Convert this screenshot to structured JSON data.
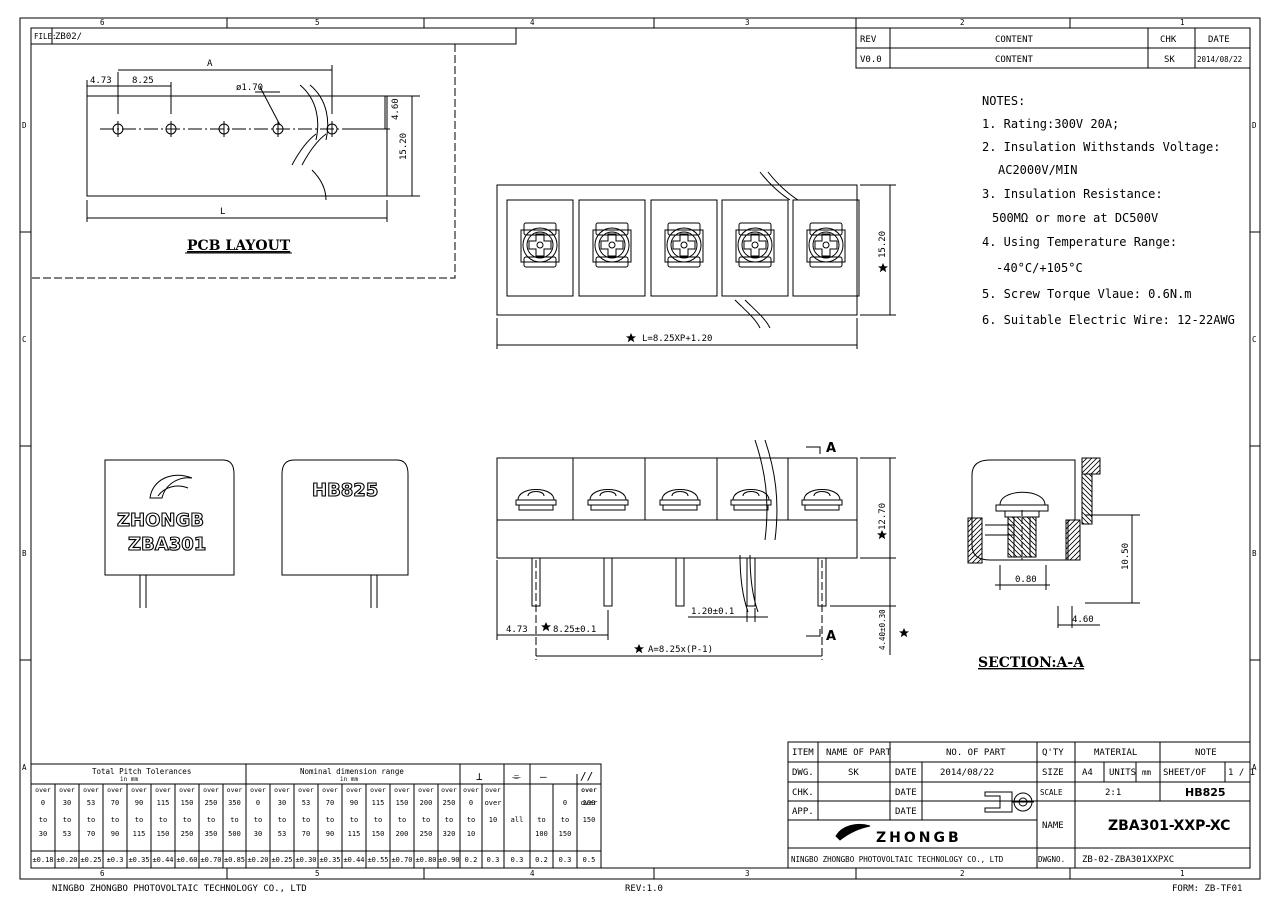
{
  "frame": {
    "zones_top": [
      "6",
      "5",
      "4",
      "3",
      "2",
      "1"
    ],
    "zones_side": [
      "D",
      "C",
      "B",
      "A"
    ],
    "file_label": "FILE:",
    "file_value": "ZB02/",
    "footer_company": "NINGBO ZHONGBO PHOTOVOLTAIC TECHNOLOGY CO., LTD",
    "footer_rev": "REV:1.0",
    "footer_form": "FORM: ZB-TF01"
  },
  "revision_table": {
    "headers": [
      "REV",
      "CONTENT",
      "CHK",
      "DATE"
    ],
    "row": [
      "V0.0",
      "CONTENT",
      "SK",
      "2014/08/22"
    ]
  },
  "notes": {
    "title": "NOTES:",
    "lines": [
      "1. Rating:300V 20A;",
      "2. Insulation Withstands Voltage:",
      "AC2000V/MIN",
      "3. Insulation Resistance:",
      "500MΩ or more at DC500V",
      "4. Using Temperature Range:",
      "-40°C/+105°C",
      "5. Screw Torque Vlaue: 0.6N.m",
      "6. Suitable Electric Wire: 12-22AWG"
    ]
  },
  "pcb_layout": {
    "title": "PCB LAYOUT",
    "dim_a": "A",
    "dim_473": "4.73",
    "dim_825": "8.25",
    "dim_hole": "ø1.70",
    "dim_460": "4.60",
    "dim_1520": "15.20",
    "dim_l": "L"
  },
  "top_view": {
    "dim_height": "15.20",
    "dim_length": "L=8.25XP+1.20"
  },
  "front_view": {
    "section_a": "A",
    "dim_1270": "12.70",
    "dim_440": "4.40±0.30",
    "dim_120": "1.20±0.1",
    "dim_473": "4.73",
    "dim_825": "8.25±0.1",
    "dim_a": "A=8.25x(P-1)"
  },
  "section": {
    "title": "SECTION:A-A",
    "dim_080": "0.80",
    "dim_1050": "10.50",
    "dim_460": "4.60"
  },
  "labels": {
    "brand_upper": "ZHONGB",
    "model_upper": "ZBA301",
    "hb_label": "HB825"
  },
  "tolerance_table": {
    "title_pitch": "Total Pitch Tolerances",
    "title_nominal": "Nominal dimension range",
    "unit": "in mm",
    "sym_perp": "⊥",
    "sym_sym": "⌯",
    "sym_flat": "—",
    "sym_par": "//",
    "row_over": [
      "over",
      "over",
      "over",
      "over",
      "over",
      "over",
      "over",
      "over",
      "over",
      "over",
      "over",
      "over",
      "over",
      "over",
      "over",
      "over",
      "over",
      "over",
      "over",
      "over",
      "",
      "",
      "",
      "over",
      "over",
      ""
    ],
    "row_min": [
      "0",
      "30",
      "53",
      "70",
      "90",
      "115",
      "150",
      "250",
      "350",
      "0",
      "30",
      "53",
      "70",
      "90",
      "115",
      "150",
      "200",
      "250",
      "0",
      "over",
      "",
      "",
      "0",
      "100",
      "over"
    ],
    "row_to": [
      "to",
      "to",
      "to",
      "to",
      "to",
      "to",
      "to",
      "to",
      "to",
      "to",
      "to",
      "to",
      "to",
      "to",
      "to",
      "to",
      "to",
      "to",
      "to",
      "10",
      "all",
      "to",
      "to",
      "150"
    ],
    "row_max": [
      "30",
      "53",
      "70",
      "90",
      "115",
      "150",
      "250",
      "350",
      "500",
      "30",
      "53",
      "70",
      "90",
      "115",
      "150",
      "200",
      "250",
      "320",
      "10",
      "",
      "",
      "100",
      "150",
      ""
    ],
    "row_tol": [
      "±0.18",
      "±0.20",
      "±0.25",
      "±0.3",
      "±0.35",
      "±0.44",
      "±0.60",
      "±0.70",
      "±0.85",
      "±0.20",
      "±0.25",
      "±0.30",
      "±0.35",
      "±0.44",
      "±0.55",
      "±0.70",
      "±0.80",
      "±0.90",
      "0.2",
      "0.3",
      "0.3",
      "0.2",
      "0.3",
      "0.5"
    ]
  },
  "title_block": {
    "item": "ITEM",
    "name_of_part": "NAME OF PART",
    "no_of_part": "NO. OF PART",
    "qty": "Q'TY",
    "material": "MATERIAL",
    "note": "NOTE",
    "dwg": "DWG.",
    "dwg_by": "SK",
    "date_label": "DATE",
    "dwg_date": "2014/08/22",
    "size_label": "SIZE",
    "size_value": "A4",
    "units_label": "UNITS",
    "units_value": "mm",
    "sheet_label": "SHEET/OF",
    "sheet_value": "1 / 1",
    "chk": "CHK.",
    "app": "APP.",
    "scale_label": "SCALE",
    "scale_value": "2:1",
    "part_code": "HB825",
    "name_label": "NAME",
    "name_value": "ZBA301-XXP-XC",
    "company_logo": "ZHONGB",
    "company": "NINGBO ZHONGBO PHOTOVOLTAIC TECHNOLOGY CO., LTD",
    "dwgno_label": "DWGNO.",
    "dwgno_value": "ZB-02-ZBA301XXPXC"
  }
}
